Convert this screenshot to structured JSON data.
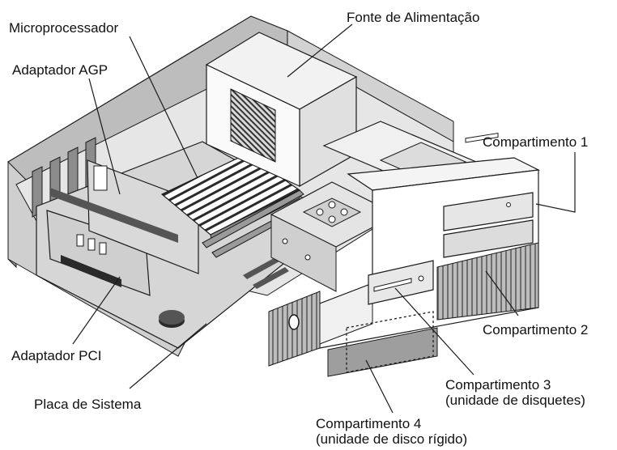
{
  "labels": {
    "microprocessor": "Microprocessador",
    "power_supply": "Fonte de Alimentação",
    "agp_adapter": "Adaptador AGP",
    "bay1": "Compartimento 1",
    "bay2": "Compartimento 2",
    "bay3_line1": "Compartimento 3",
    "bay3_line2": "(unidade de disquetes)",
    "bay4_line1": "Compartimento 4",
    "bay4_line2": "(unidade de disco rígido)",
    "pci_adapter": "Adaptador PCI",
    "system_board": "Placa de Sistema"
  },
  "colors": {
    "outline": "#1a1a1a",
    "chassis_gray": "#b5b5b5",
    "dark_gray": "#8a8a8a",
    "light_face": "#ececec",
    "white": "#ffffff"
  }
}
